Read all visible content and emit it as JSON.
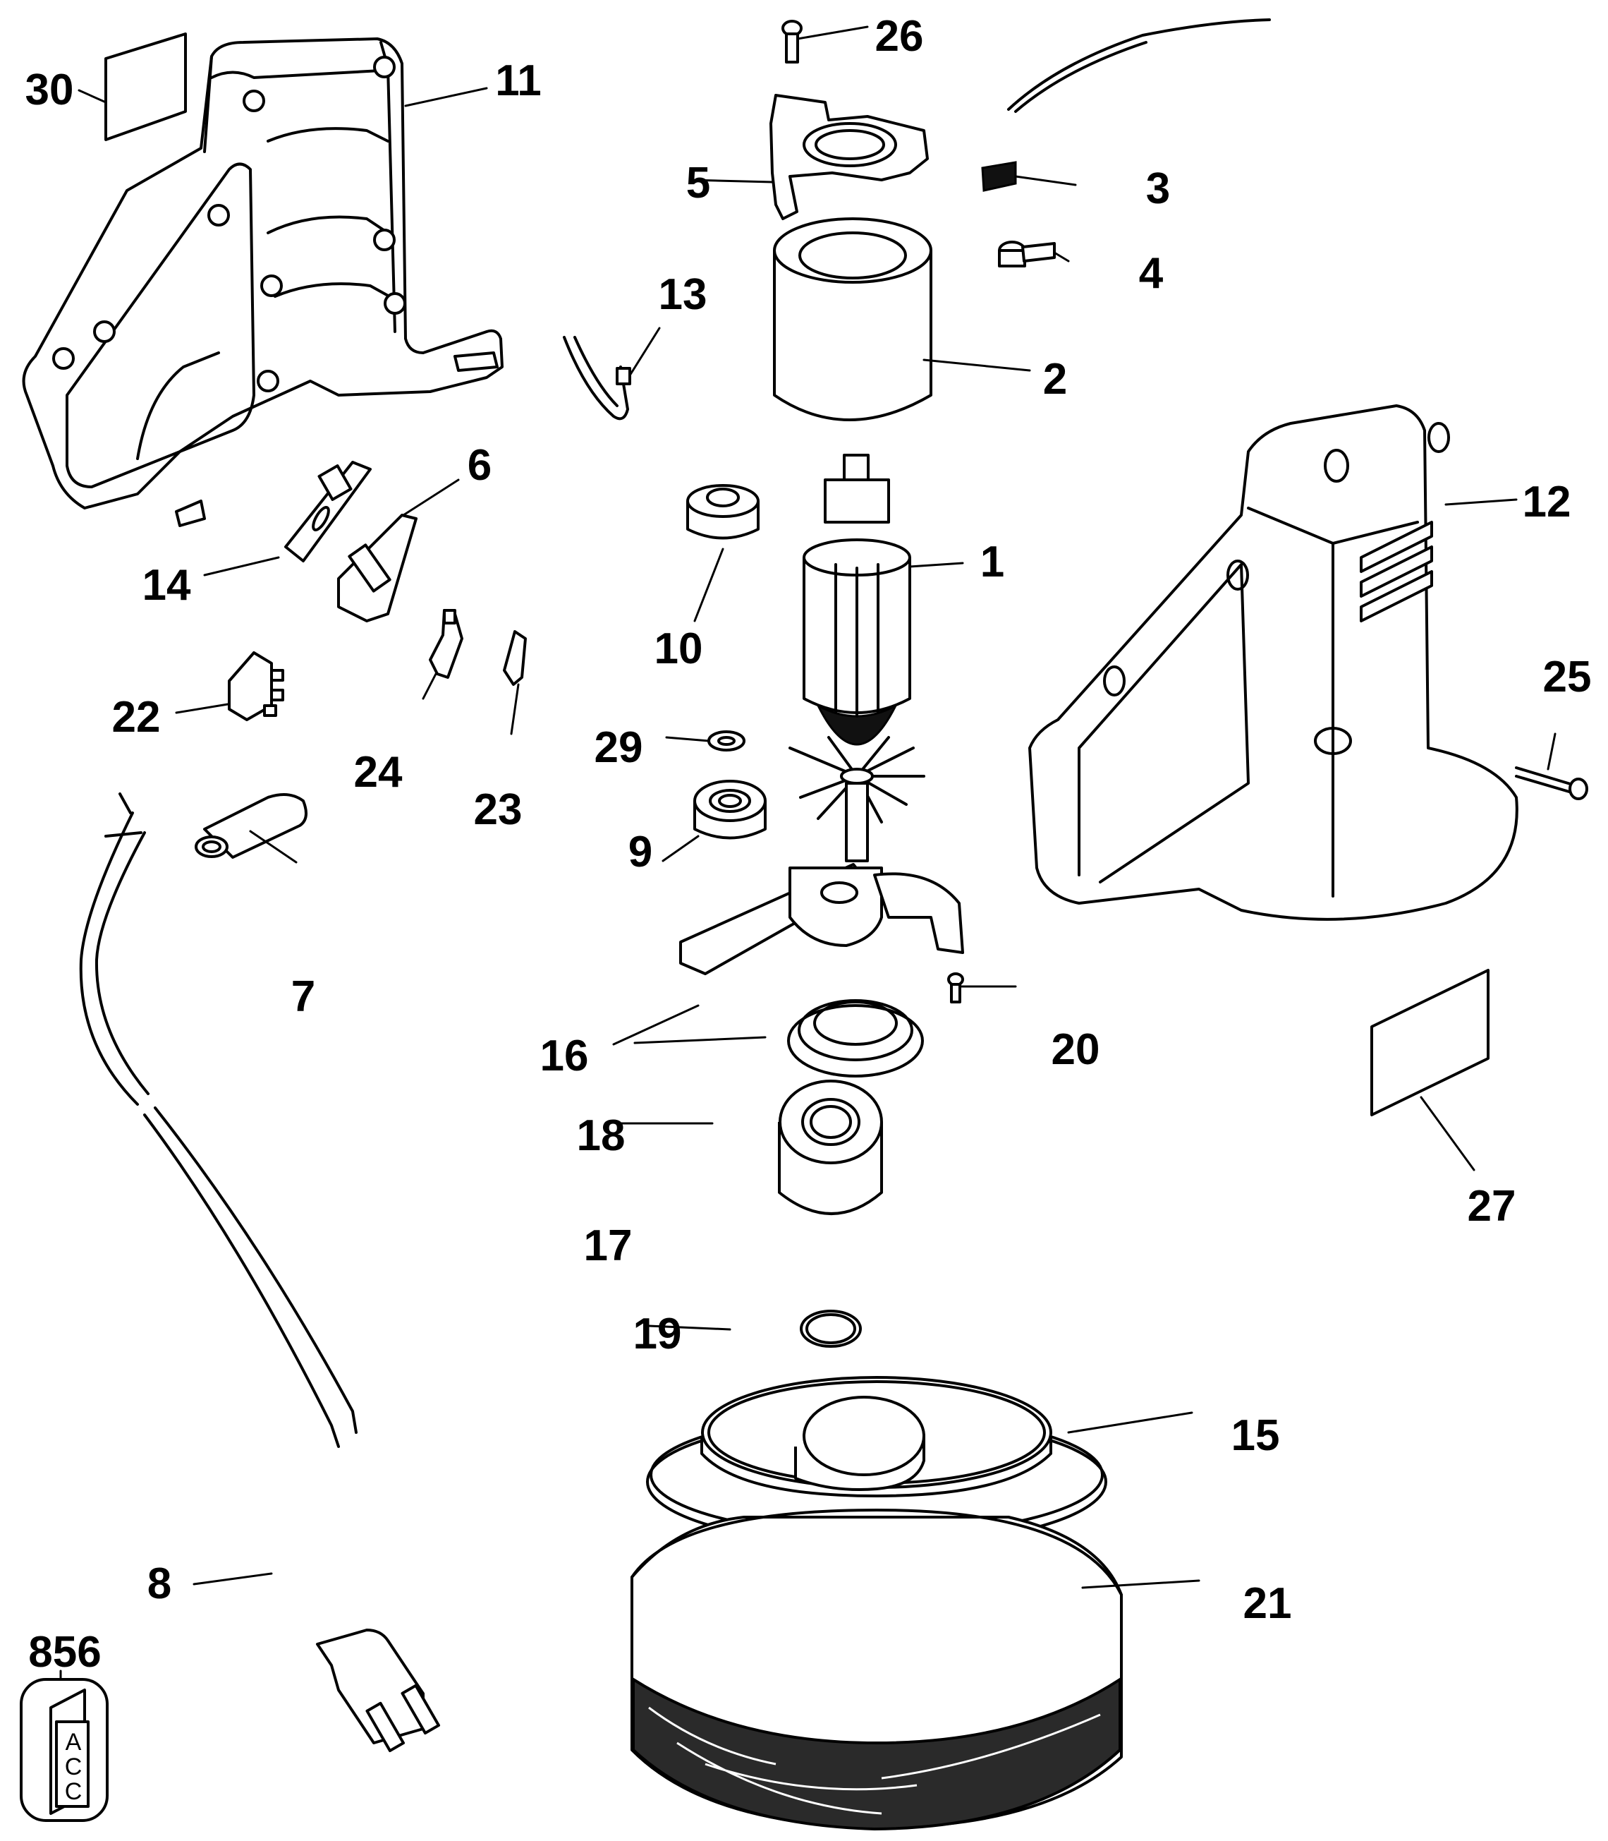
{
  "diagram": {
    "type": "exploded-parts-diagram",
    "subject": "Orbital polisher / buffer",
    "background_color": "#ffffff",
    "line_color": "#000000"
  },
  "callouts": [
    {
      "id": "p30",
      "number": "30",
      "part": "label"
    },
    {
      "id": "p11",
      "number": "11",
      "part": "housing-half-left"
    },
    {
      "id": "p26",
      "number": "26",
      "part": "screw"
    },
    {
      "id": "p5",
      "number": "5",
      "part": "brush-holder"
    },
    {
      "id": "p3",
      "number": "3",
      "part": "carbon-brush"
    },
    {
      "id": "p4",
      "number": "4",
      "part": "terminal"
    },
    {
      "id": "p13",
      "number": "13",
      "part": "brush-spring"
    },
    {
      "id": "p2",
      "number": "2",
      "part": "field-stator"
    },
    {
      "id": "p6",
      "number": "6",
      "part": "switch"
    },
    {
      "id": "p12",
      "number": "12",
      "part": "housing-half-right"
    },
    {
      "id": "p1",
      "number": "1",
      "part": "armature"
    },
    {
      "id": "p14",
      "number": "14",
      "part": "switch-actuator"
    },
    {
      "id": "p10",
      "number": "10",
      "part": "bearing-cup"
    },
    {
      "id": "p25",
      "number": "25",
      "part": "screw"
    },
    {
      "id": "p22",
      "number": "22",
      "part": "connector-block"
    },
    {
      "id": "p29",
      "number": "29",
      "part": "washer"
    },
    {
      "id": "p24",
      "number": "24",
      "part": "terminal-clip"
    },
    {
      "id": "p23",
      "number": "23",
      "part": "terminal-connector"
    },
    {
      "id": "p9",
      "number": "9",
      "part": "ball-bearing"
    },
    {
      "id": "p7",
      "number": "7",
      "part": "cord-protector"
    },
    {
      "id": "p16",
      "number": "16",
      "part": "eccentric-counterweight"
    },
    {
      "id": "p20",
      "number": "20",
      "part": "screw"
    },
    {
      "id": "p18",
      "number": "18",
      "part": "bearing-retainer"
    },
    {
      "id": "p27",
      "number": "27",
      "part": "nameplate"
    },
    {
      "id": "p17",
      "number": "17",
      "part": "ball-bearing-large"
    },
    {
      "id": "p19",
      "number": "19",
      "part": "retaining-ring"
    },
    {
      "id": "p15",
      "number": "15",
      "part": "backing-pad"
    },
    {
      "id": "p8",
      "number": "8",
      "part": "power-cord"
    },
    {
      "id": "p21",
      "number": "21",
      "part": "foam-bonnet"
    }
  ],
  "kit_badge": {
    "number": "856",
    "letters": [
      "A",
      "C",
      "C"
    ]
  }
}
